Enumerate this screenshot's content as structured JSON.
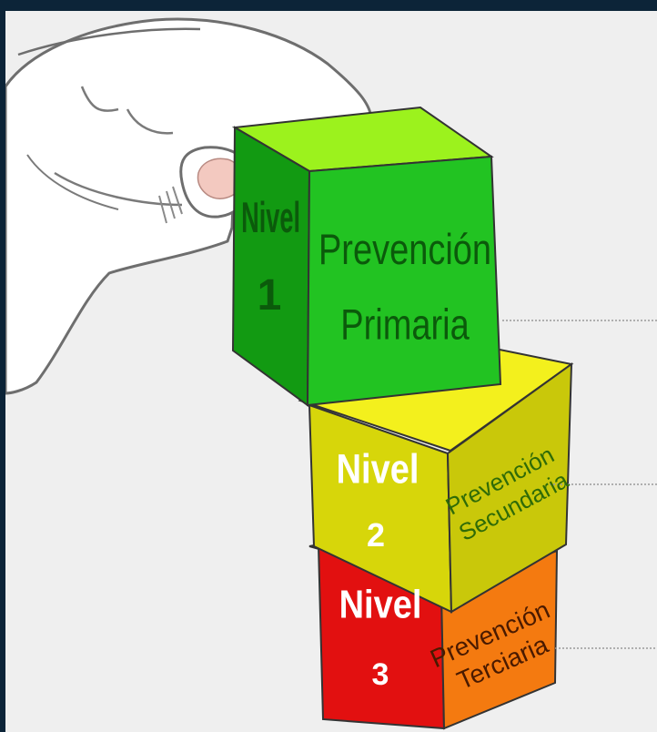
{
  "colors": {
    "frame_border": "#0c2438",
    "background": "#efefef",
    "green_front": "#22c322",
    "green_top": "#9cf21d",
    "green_side": "#129a12",
    "yellow_front": "#d7d60a",
    "yellow_top": "#f3f01d",
    "yellow_side": "#a8a709",
    "red_front": "#e21010",
    "orange_front": "#f47a10",
    "dark_text": "#0b5a0b",
    "level_text": "#ffffff",
    "connector": "#9a9a9a"
  },
  "blocks": [
    {
      "level_label": "Nivel",
      "level_number": "1",
      "name_line1": "Prevención",
      "name_line2": "Primaria"
    },
    {
      "level_label": "Nivel",
      "level_number": "2",
      "name_line1": "Prevención",
      "name_line2": "Secundaria"
    },
    {
      "level_label": "Nivel",
      "level_number": "3",
      "name_line1": "Prevención",
      "name_line2": "Terciaria"
    }
  ],
  "illustration": {
    "hand": "hand-holding-block-icon"
  }
}
